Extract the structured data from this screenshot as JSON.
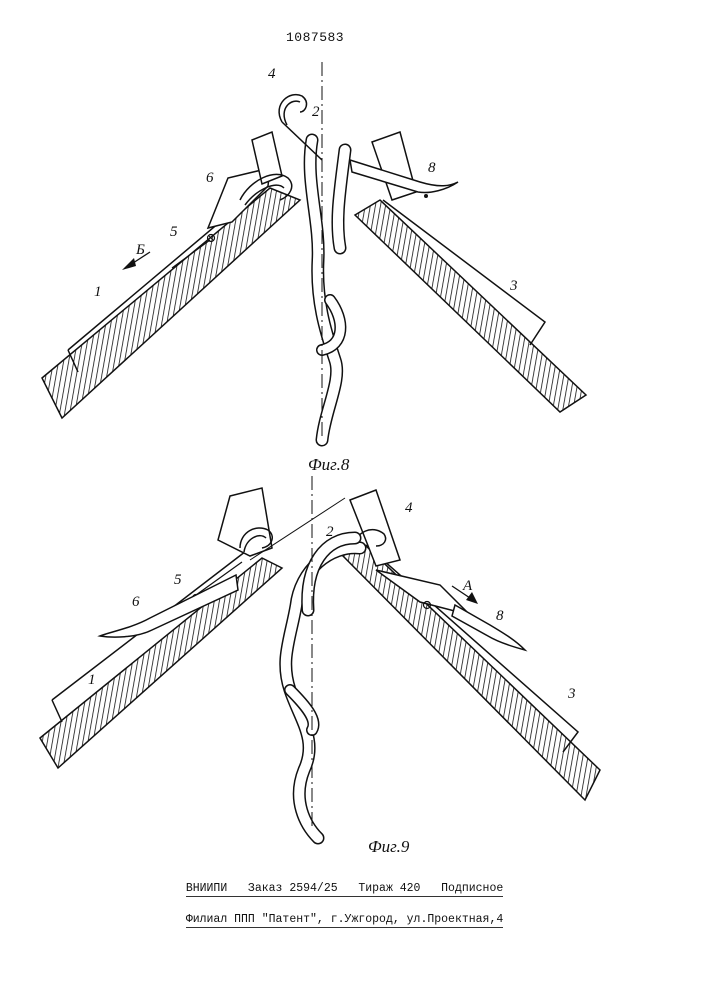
{
  "patent_number": "1087583",
  "fig8": {
    "caption": "Фиг.8",
    "labels": {
      "l1": "1",
      "l2": "2",
      "l3": "3",
      "l4": "4",
      "l5": "5",
      "l6": "6",
      "l8": "8",
      "arrow": "Б"
    }
  },
  "fig9": {
    "caption": "Фиг.9",
    "labels": {
      "l1": "1",
      "l2": "2",
      "l3": "3",
      "l4": "4",
      "l5": "5",
      "l6": "6",
      "l8": "8",
      "arrow": "А"
    }
  },
  "footer": {
    "line1": "ВНИИПИ   Заказ 2594/25   Тираж 420   Подписное",
    "line2": "Филиал ППП \"Патент\", г.Ужгород, ул.Проектная,4"
  }
}
